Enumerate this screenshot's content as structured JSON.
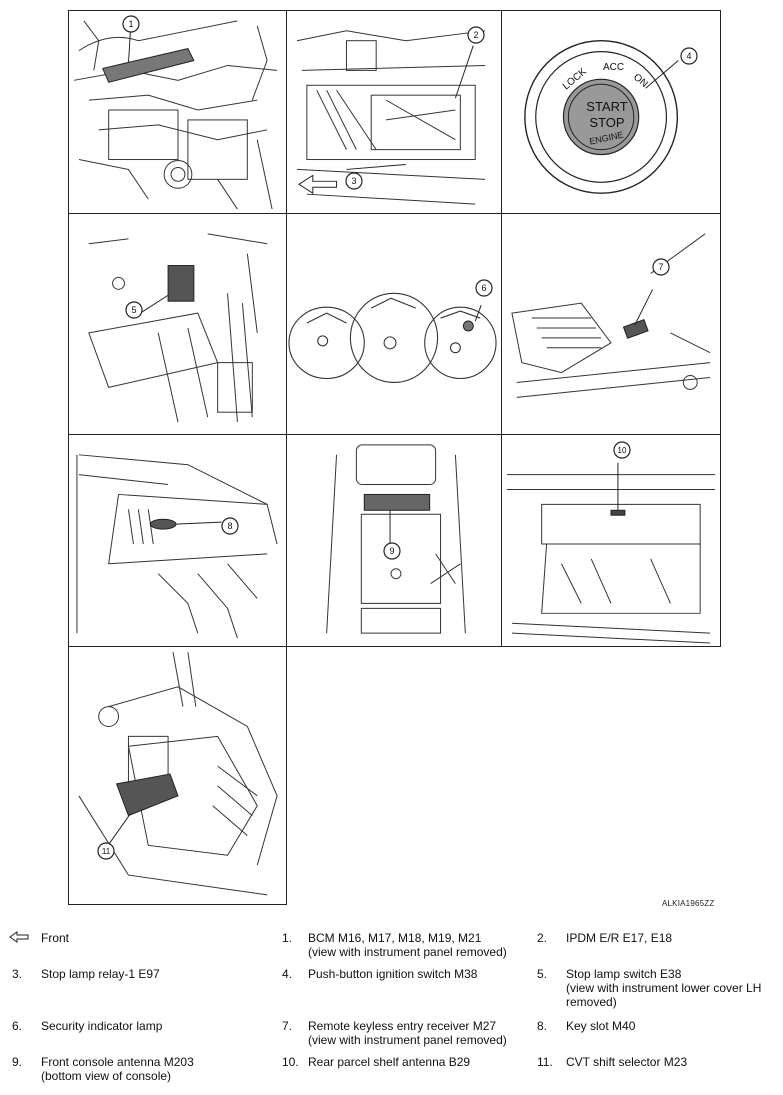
{
  "figure_code": "ALKIA1965ZZ",
  "callouts": [
    "1",
    "2",
    "3",
    "4",
    "5",
    "6",
    "7",
    "8",
    "9",
    "10",
    "11"
  ],
  "switch_labels": {
    "lock": "LOCK",
    "acc": "ACC",
    "on": "ON",
    "start": "START",
    "stop": "STOP",
    "engine": "ENGINE"
  },
  "front_legend": {
    "icon": "front-arrow-icon",
    "label": "Front"
  },
  "legend": [
    {
      "num": "1.",
      "text": "BCM M16, M17, M18, M19, M21",
      "sub": "(view with instrument panel removed)"
    },
    {
      "num": "2.",
      "text": "IPDM E/R E17, E18",
      "sub": ""
    },
    {
      "num": "3.",
      "text": "Stop lamp relay-1 E97",
      "sub": ""
    },
    {
      "num": "4.",
      "text": "Push-button ignition switch M38",
      "sub": ""
    },
    {
      "num": "5.",
      "text": "Stop lamp switch E38",
      "sub": "(view with instrument lower cover LH",
      "sub2": "removed)"
    },
    {
      "num": "6.",
      "text": "Security indicator lamp",
      "sub": ""
    },
    {
      "num": "7.",
      "text": "Remote keyless entry receiver M27",
      "sub": "(view with instrument panel removed)"
    },
    {
      "num": "8.",
      "text": "Key slot M40",
      "sub": ""
    },
    {
      "num": "9.",
      "text": "Front console antenna M203",
      "sub": "(bottom view of console)"
    },
    {
      "num": "10.",
      "text": " Rear parcel shelf antenna B29",
      "sub": ""
    },
    {
      "num": "11.",
      "text": "CVT shift selector M23",
      "sub": ""
    }
  ]
}
